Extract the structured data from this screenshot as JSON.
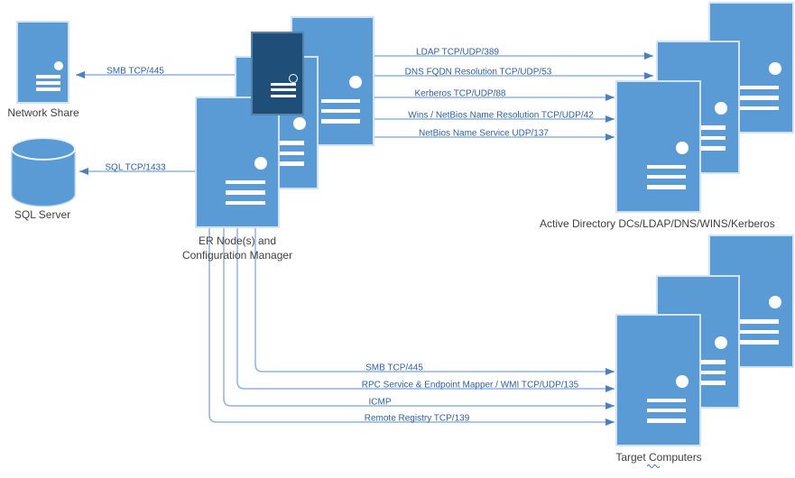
{
  "nodes": {
    "network_share": {
      "label": "Network Share"
    },
    "sql_server": {
      "label": "SQL Server"
    },
    "er_node": {
      "label": "ER Node(s) and\nConfiguration Manager"
    },
    "active_directory": {
      "label": "Active Directory DCs/LDAP/DNS/WINS/Kerberos"
    },
    "target_computers": {
      "label": "Target Computers"
    }
  },
  "connectors": [
    {
      "id": "smb-to-network-share",
      "label": "SMB TCP/445"
    },
    {
      "id": "sql-to-sql-server",
      "label": "SQL TCP/1433"
    },
    {
      "id": "ldap",
      "label": "LDAP TCP/UDP/389"
    },
    {
      "id": "dns",
      "label": "DNS FQDN Resolution TCP/UDP/53"
    },
    {
      "id": "kerberos",
      "label": "Kerberos TCP/UDP/88"
    },
    {
      "id": "wins",
      "label": "Wins / NetBios Name Resolution TCP/UDP/42"
    },
    {
      "id": "netbios",
      "label": "NetBios Name Service UDP/137"
    },
    {
      "id": "smb-to-target",
      "label": "SMB TCP/445"
    },
    {
      "id": "rpc-wmi",
      "label": "RPC Service & Endpoint Mapper / WMI TCP/UDP/135"
    },
    {
      "id": "icmp",
      "label": "ICMP"
    },
    {
      "id": "remote-registry",
      "label": "Remote Registry TCP/139"
    }
  ],
  "colors": {
    "server_fill": "#5B9BD5",
    "server_dark_fill": "#1F4E79",
    "line": "#8FB4DE",
    "arrowhead": "#4C7FBF",
    "connector_text": "#2E5F9E",
    "node_text": "#3F3F3F"
  }
}
